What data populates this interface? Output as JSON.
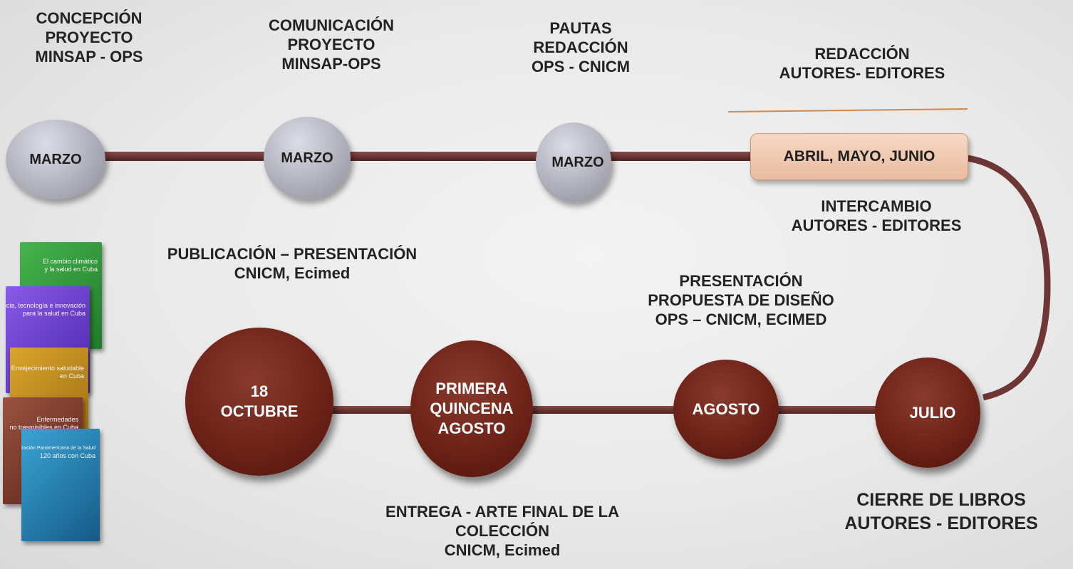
{
  "diagram": {
    "top_labels": [
      {
        "lines": [
          "CONCEPCIÓN",
          "PROYECTO",
          "MINSAP - OPS"
        ]
      },
      {
        "lines": [
          "COMUNICACIÓN",
          "PROYECTO",
          "MINSAP-OPS"
        ]
      },
      {
        "lines": [
          "PAUTAS",
          "REDACCIÓN",
          "OPS - CNICM"
        ]
      },
      {
        "lines": [
          "REDACCIÓN",
          "AUTORES- EDITORES"
        ]
      }
    ],
    "nodes": [
      {
        "lines": [
          "MARZO"
        ]
      },
      {
        "lines": [
          "MARZO"
        ]
      },
      {
        "lines": [
          "MARZO"
        ]
      },
      {
        "lines": [
          "ABRIL, MAYO, JUNIO"
        ]
      },
      {
        "lines": [
          "JULIO"
        ]
      },
      {
        "lines": [
          "AGOSTO"
        ]
      },
      {
        "lines": [
          "PRIMERA",
          "QUINCENA",
          "AGOSTO"
        ]
      },
      {
        "lines": [
          "18",
          "OCTUBRE"
        ]
      }
    ],
    "labels": {
      "intercambio": [
        "INTERCAMBIO",
        "AUTORES - EDITORES"
      ],
      "publicacion": [
        "PUBLICACIÓN – PRESENTACIÓN",
        "CNICM, Ecimed"
      ],
      "presentacion": [
        "PRESENTACIÓN",
        "PROPUESTA DE DISEÑO",
        "OPS – CNICM, ECIMED"
      ],
      "entrega": [
        "ENTREGA - ARTE FINAL DE LA",
        "COLECCIÓN",
        "CNICM, Ecimed"
      ],
      "cierre": [
        "CIERRE DE LIBROS",
        "AUTORES - EDITORES"
      ]
    },
    "books": [
      {
        "lines": [
          "El cambio climático",
          "y la salud en Cuba"
        ],
        "color": "#2e9a3a"
      },
      {
        "lines": [
          "Ciencia, tecnología e innovación",
          "para la salud en Cuba"
        ],
        "color": "#6a3fd0"
      },
      {
        "lines": [
          "Envejecimiento saludable",
          "en Cuba"
        ],
        "color": "#c7921f"
      },
      {
        "lines": [
          "Enfermedades",
          "no trasmisibles en Cuba"
        ],
        "color": "#7a3a28"
      },
      {
        "lines": [
          "Organización Panamericana de la Salud",
          "120 años con Cuba"
        ],
        "color": "#1f7fb0"
      }
    ],
    "colors": {
      "track": "#6e3634",
      "grey_node": "#a9a9b4",
      "maroon_node": "#6e2318",
      "accent_line": "#c98a55"
    }
  }
}
